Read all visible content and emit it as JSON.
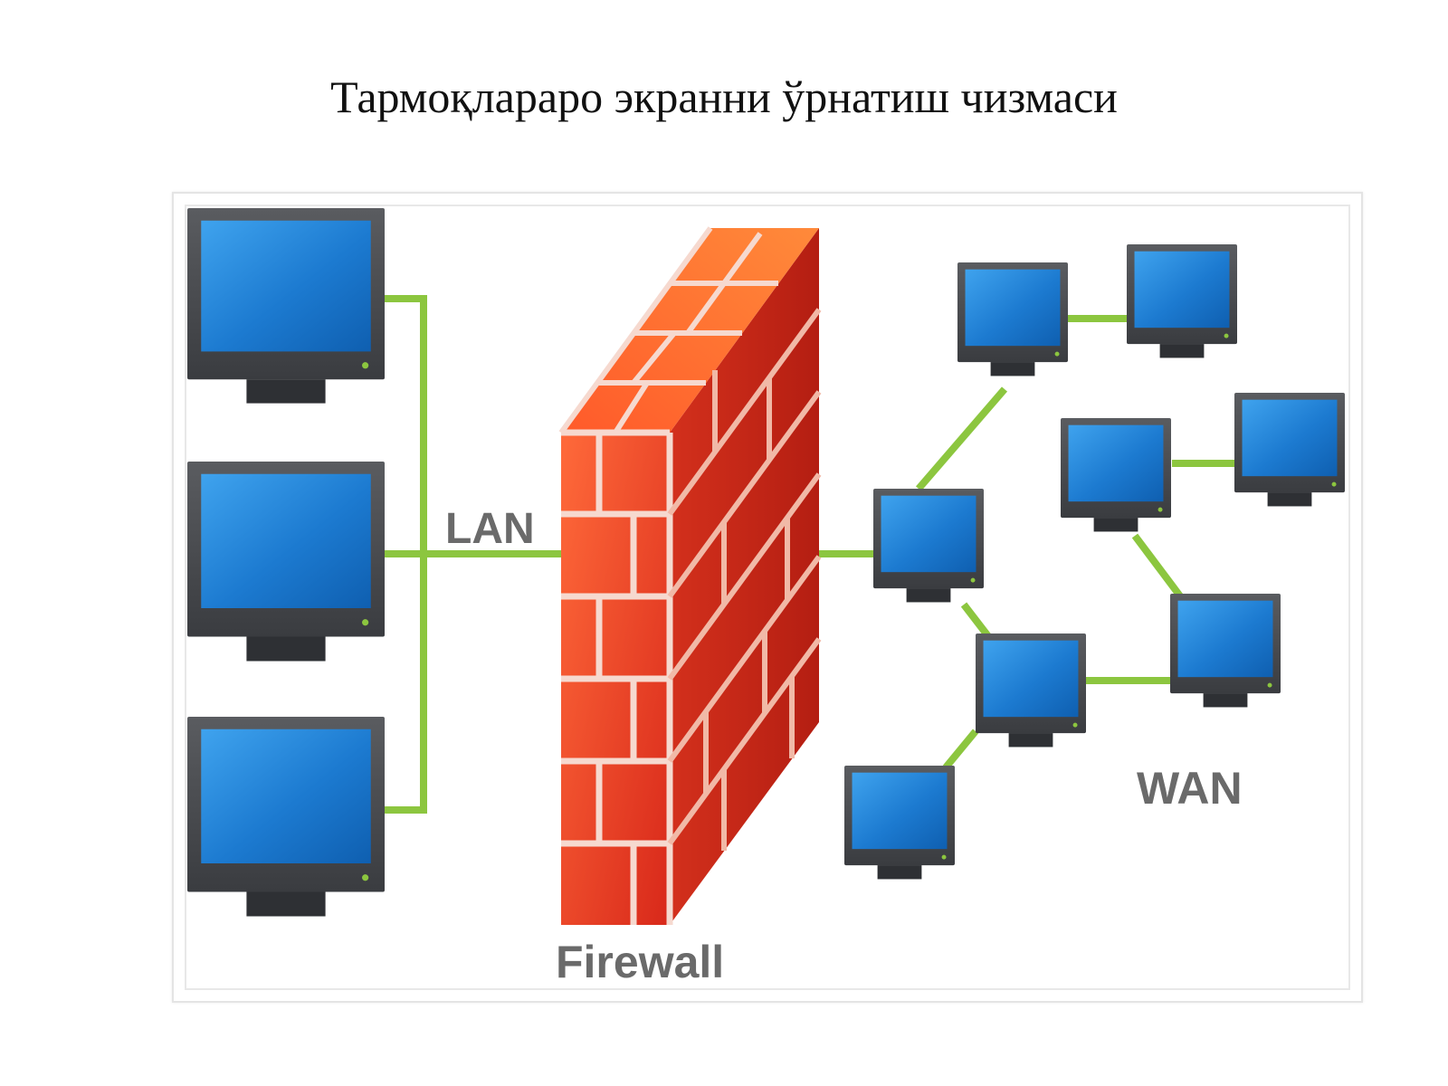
{
  "title": "Тармоқлараро экранни ўрнатиш чизмаси",
  "diagram": {
    "labels": {
      "lan": "LAN",
      "firewall": "Firewall",
      "wan": "WAN"
    },
    "icons": {
      "computer": "computer-monitor-icon",
      "firewall": "brick-wall-icon"
    },
    "colors": {
      "link": "#8cc63f",
      "screen": "#1e7fd0",
      "monitor_frame": "#4a4c50",
      "brick": "#e83a1e",
      "mortar": "#f6d9cf",
      "label": "#6a6a6a"
    }
  }
}
